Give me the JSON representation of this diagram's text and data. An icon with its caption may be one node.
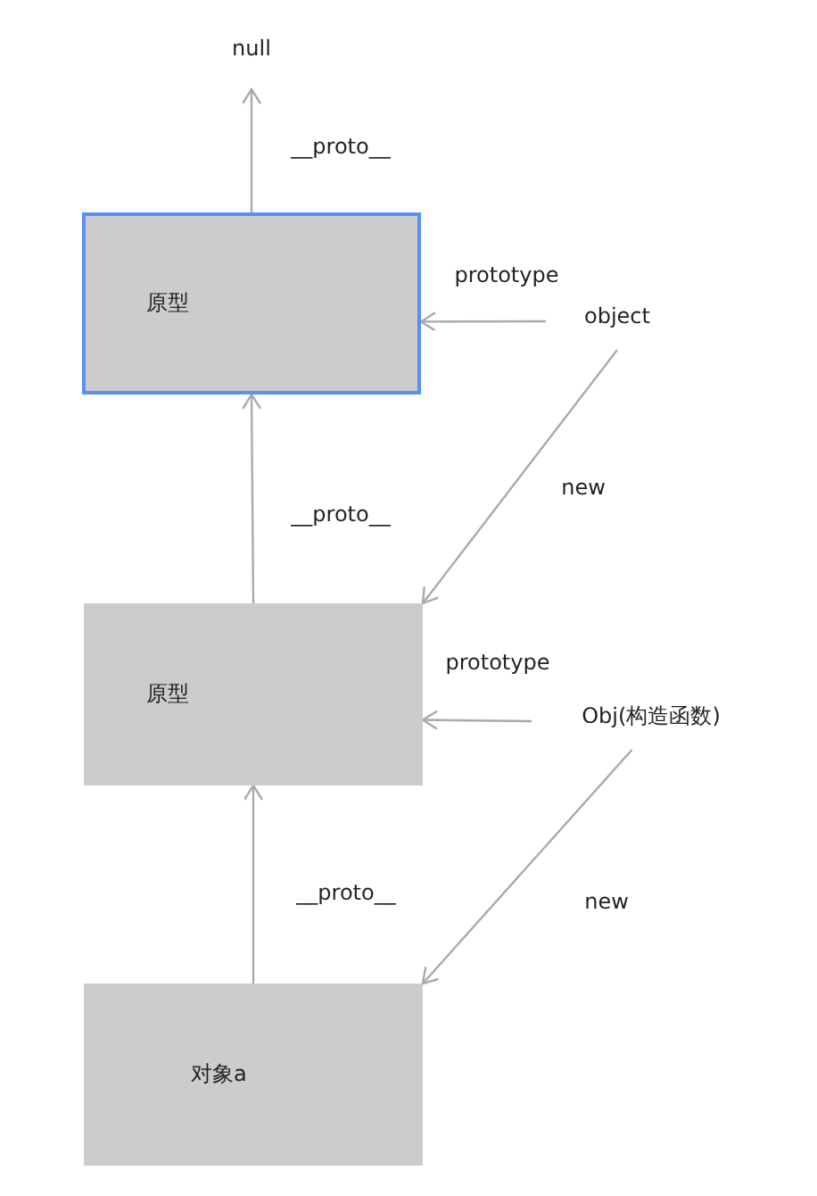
{
  "diagram": {
    "nodes": [
      {
        "text": [
          "null"
        ]
      },
      {
        "text": [
          "原型"
        ]
      },
      {
        "text": [
          "object"
        ]
      },
      {
        "text": [
          "原型"
        ]
      },
      {
        "text": [
          "Obj(构造函数)"
        ]
      },
      {
        "text": [
          "对象a"
        ]
      }
    ],
    "edges": [
      {
        "from": 1,
        "to": 0,
        "arrow": "to",
        "label": "__proto__"
      },
      {
        "from": 2,
        "to": 1,
        "arrow": "to",
        "label": "prototype"
      },
      {
        "from": 2,
        "to": 3,
        "arrow": "to",
        "label": "new"
      },
      {
        "from": 3,
        "to": 1,
        "arrow": "to",
        "label": "__proto__"
      },
      {
        "from": 4,
        "to": 3,
        "arrow": "to",
        "label": "prototype"
      },
      {
        "from": 4,
        "to": 5,
        "arrow": "to",
        "label": "new"
      },
      {
        "from": 5,
        "to": 3,
        "arrow": "to",
        "label": "__proto__"
      }
    ]
  }
}
